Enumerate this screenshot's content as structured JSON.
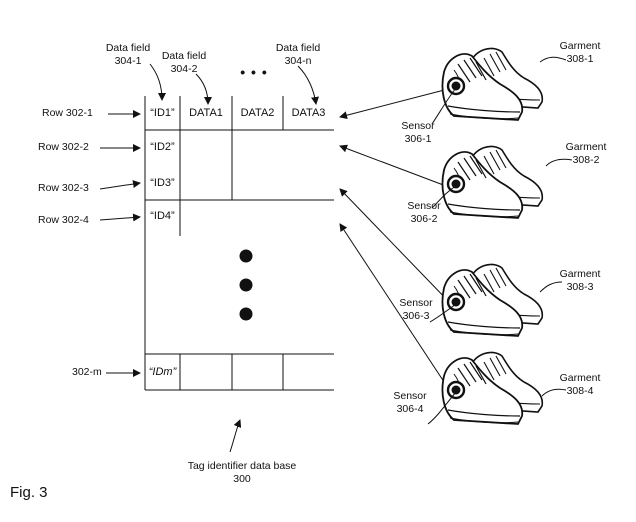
{
  "figure_label": "Fig. 3",
  "database_caption": {
    "line1": "Tag identifier data base",
    "line2": "300"
  },
  "data_fields": [
    {
      "line1": "Data field",
      "line2": "304-1"
    },
    {
      "line1": "Data field",
      "line2": "304-2"
    },
    {
      "line1": "Data field",
      "line2": "304-n"
    }
  ],
  "field_ellipsis": "• • •",
  "table": {
    "headers": [
      "DATA1",
      "DATA2",
      "DATA3"
    ],
    "ids": [
      "“ID1”",
      "“ID2”",
      "“ID3”",
      "“ID4”"
    ],
    "last_id": "“IDm”"
  },
  "rows": [
    "Row 302-1",
    "Row 302-2",
    "Row 302-3",
    "Row 302-4"
  ],
  "last_row": "302-m",
  "garments": [
    {
      "line1": "Garment",
      "line2": "308-1"
    },
    {
      "line1": "Garment",
      "line2": "308-2"
    },
    {
      "line1": "Garment",
      "line2": "308-3"
    },
    {
      "line1": "Garment",
      "line2": "308-4"
    }
  ],
  "sensors": [
    {
      "line1": "Sensor",
      "line2": "306-1"
    },
    {
      "line1": "Sensor",
      "line2": "306-2"
    },
    {
      "line1": "Sensor",
      "line2": "306-3"
    },
    {
      "line1": "Sensor",
      "line2": "306-4"
    }
  ]
}
